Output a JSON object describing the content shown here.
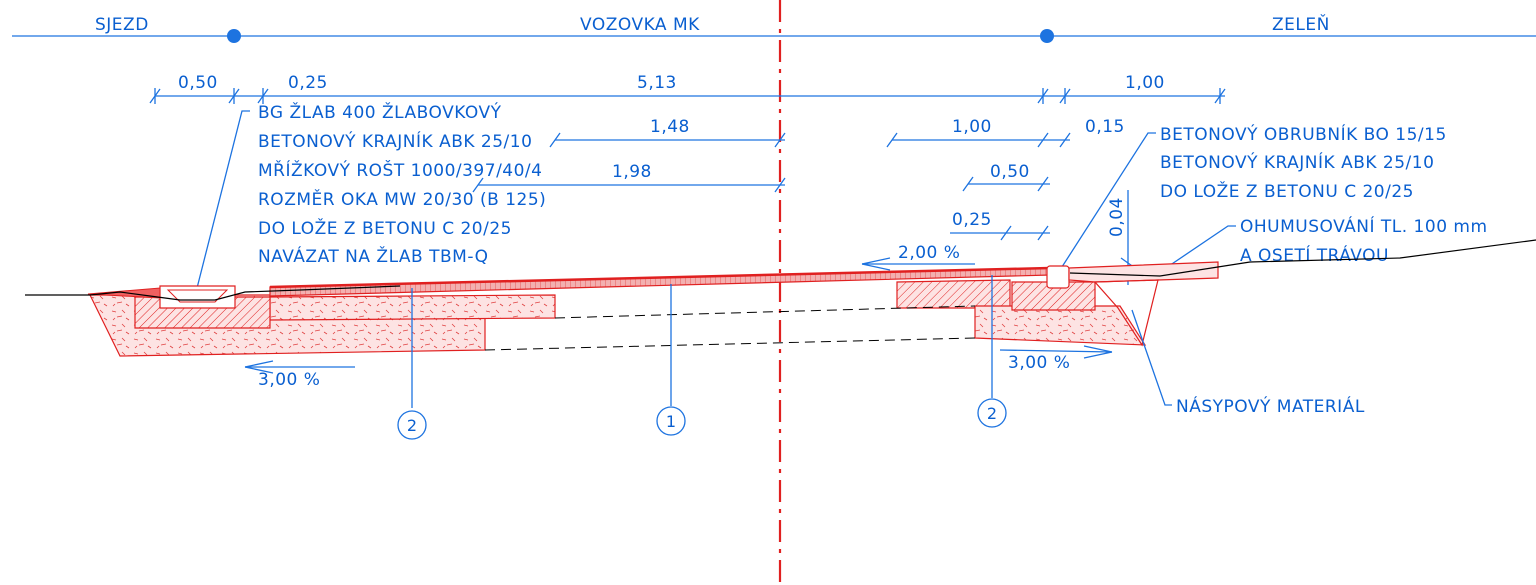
{
  "header": {
    "left": "SJEZD",
    "center": "VOZOVKA MK",
    "right": "ZELEŇ"
  },
  "dimensions": {
    "d_050_top": "0,50",
    "d_025_top": "0,25",
    "d_513": "5,13",
    "d_100_top": "1,00",
    "d_148": "1,48",
    "d_198": "1,98",
    "d_100_mid": "1,00",
    "d_015": "0,15",
    "d_050_mid": "0,50",
    "d_025_mid": "0,25",
    "d_004": "0,04"
  },
  "slopes": {
    "road": "2,00 %",
    "left_sub": "3,00 %",
    "right_sub": "3,00 %"
  },
  "notes_left": [
    "BG ŽLAB 400 ŽLABOVKOVÝ",
    "BETONOVÝ KRAJNÍK ABK 25/10",
    "MŘÍŽKOVÝ ROŠT 1000/397/40/4",
    "ROZMĚR OKA MW 20/30 (B 125)",
    "DO LOŽE Z BETONU C 20/25",
    "NAVÁZAT NA ŽLAB TBM-Q"
  ],
  "notes_right": [
    "BETONOVÝ OBRUBNÍK BO 15/15",
    "BETONOVÝ KRAJNÍK ABK 25/10",
    "DO LOŽE Z BETONU C 20/25"
  ],
  "note_grass": [
    "OHUMUSOVÁNÍ TL. 100 mm",
    "A OSETÍ TRÁVOU"
  ],
  "note_fill": "NÁSYPOVÝ MATERIÁL",
  "markers": [
    "2",
    "1",
    "2"
  ],
  "colors": {
    "annotation_blue": "#1d73e0",
    "structure_red": "#e02020",
    "axis_red": "#e02020",
    "terrain_black": "#000000"
  }
}
